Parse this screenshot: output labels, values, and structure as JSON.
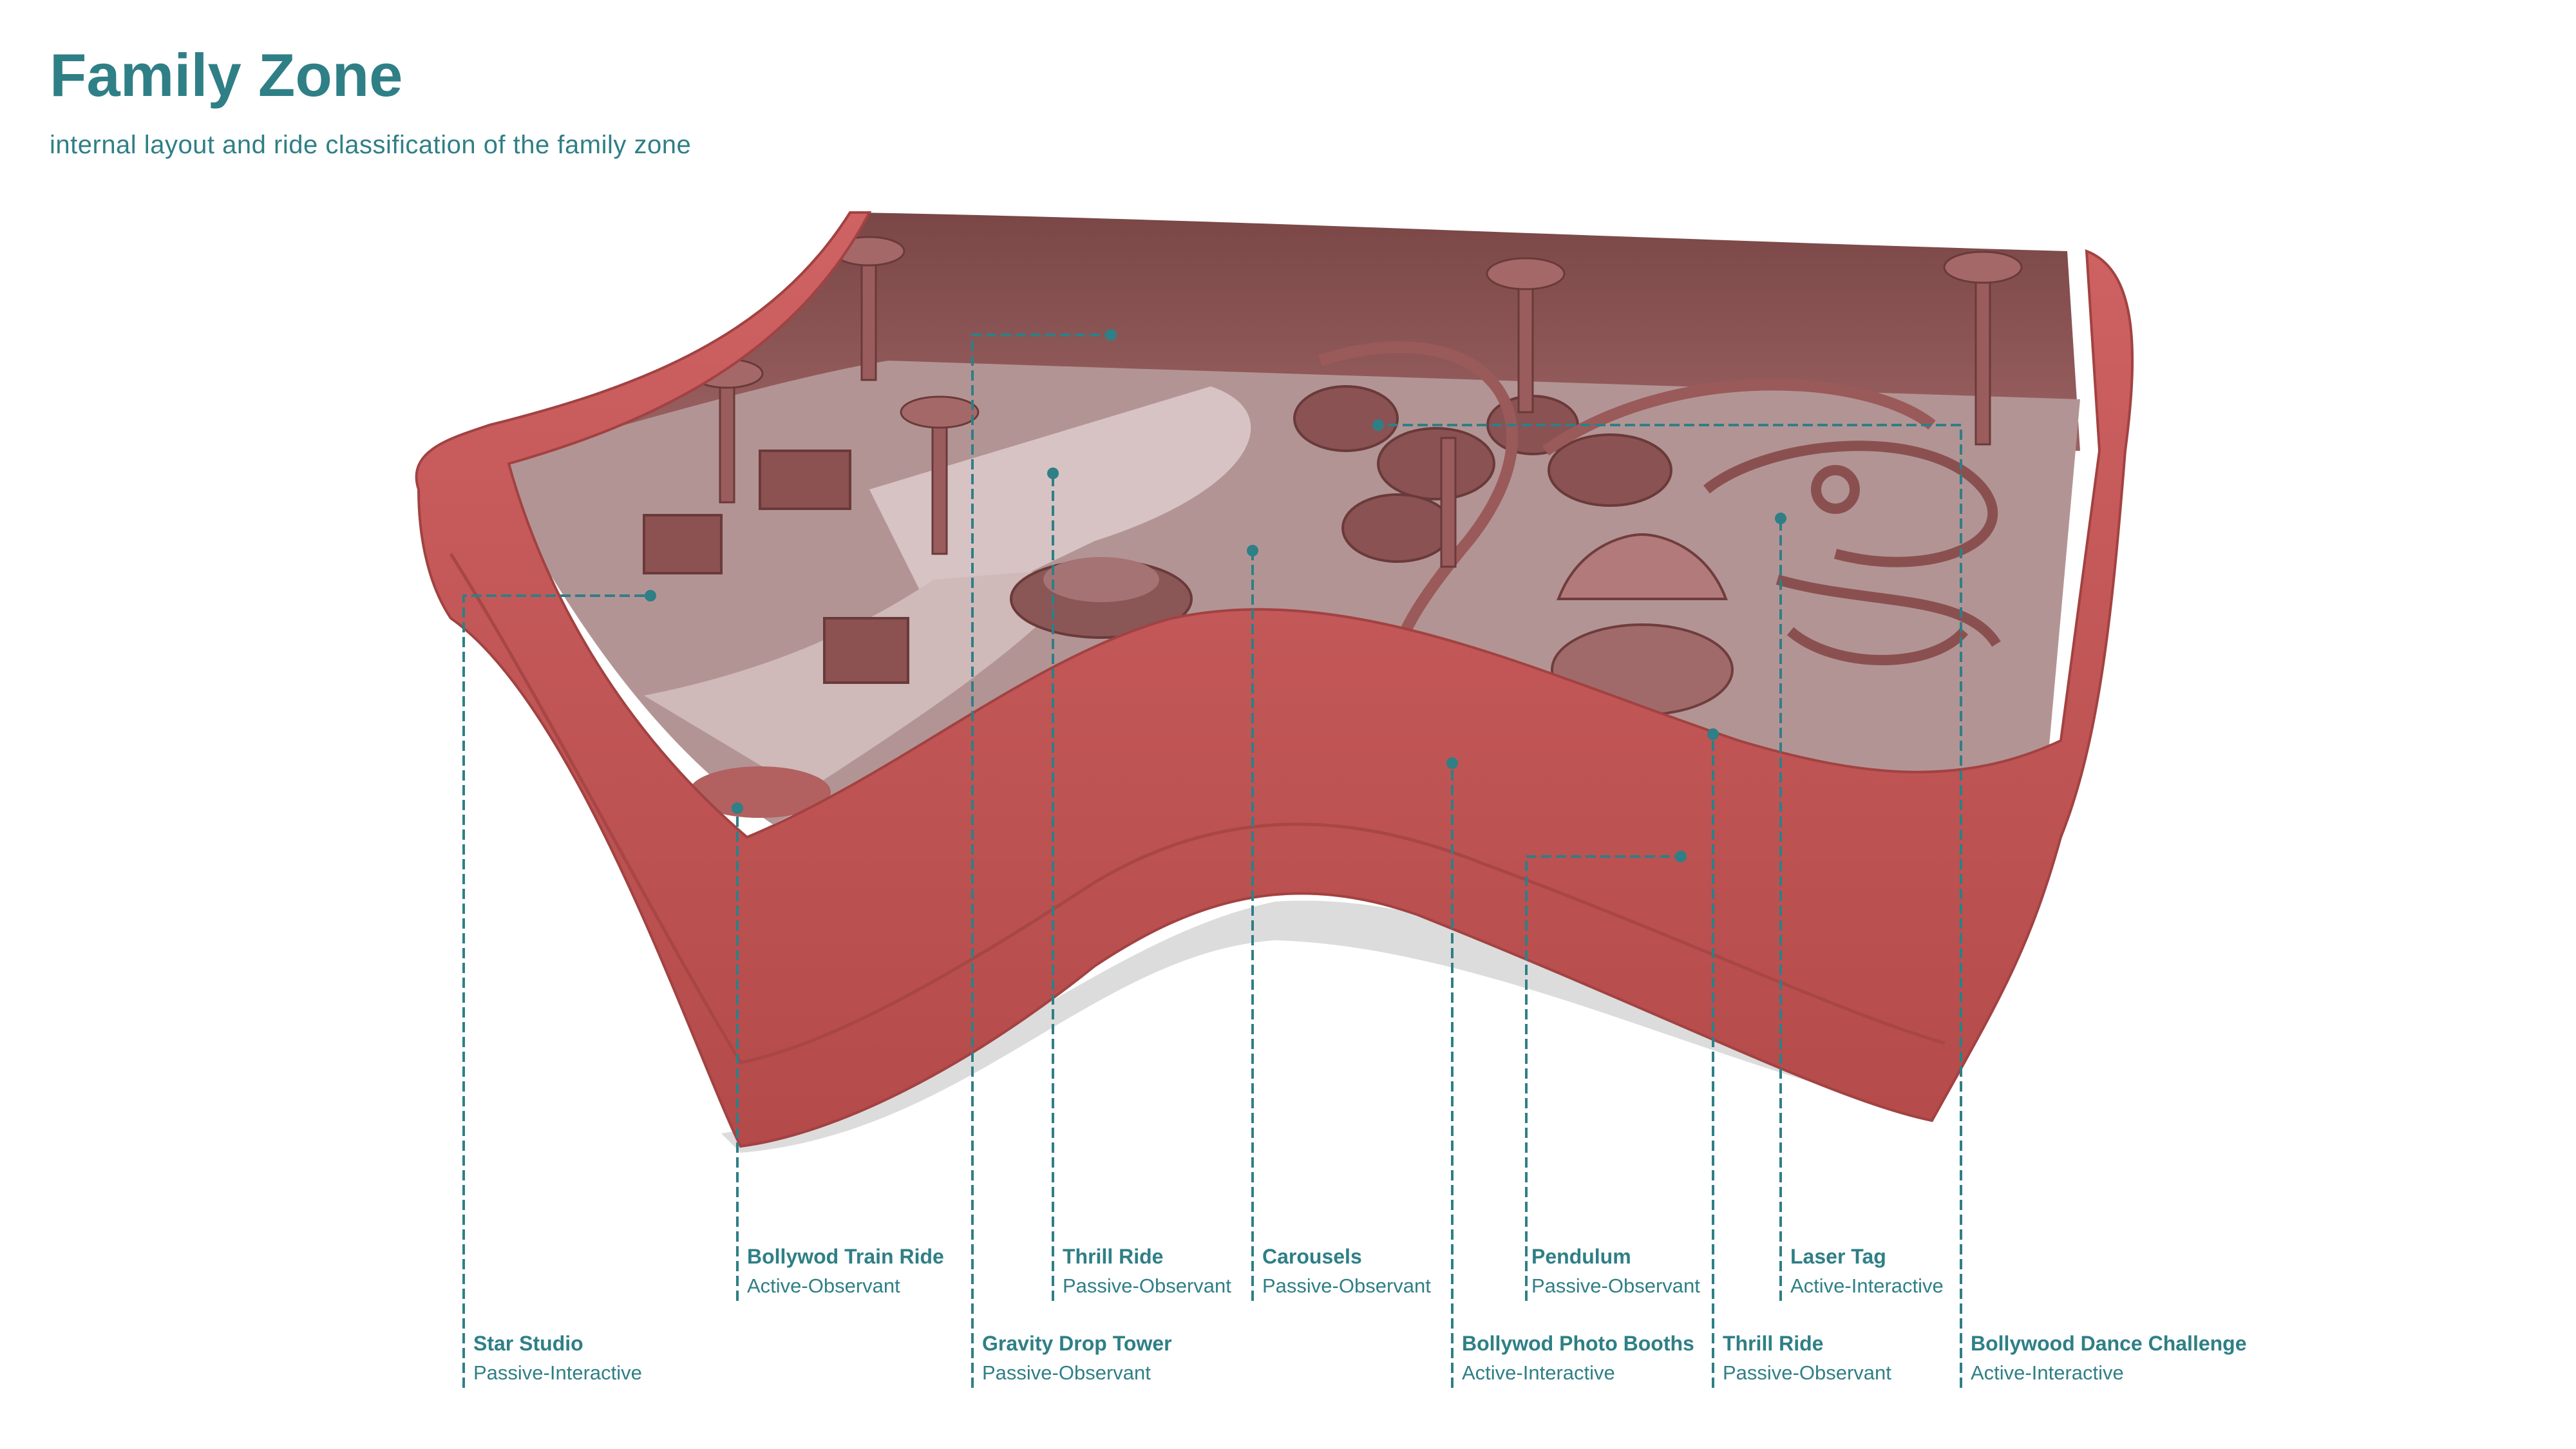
{
  "header": {
    "title": "Family Zone",
    "subtitle": "internal layout and ride classification of the family zone"
  },
  "colors": {
    "accent": "#2f7f86",
    "shell": "#c05454",
    "interior": "#8e5656",
    "floor": "#b79c9c"
  },
  "callouts": [
    {
      "name": "Star Studio",
      "classification": "Passive-Interactive"
    },
    {
      "name": "Bollywod Train Ride",
      "classification": "Active-Observant"
    },
    {
      "name": "Gravity Drop Tower",
      "classification": "Passive-Observant"
    },
    {
      "name": "Thrill Ride",
      "classification": "Passive-Observant"
    },
    {
      "name": "Carousels",
      "classification": "Passive-Observant"
    },
    {
      "name": "Bollywod Photo Booths",
      "classification": "Active-Interactive"
    },
    {
      "name": "Pendulum",
      "classification": "Passive-Observant"
    },
    {
      "name": "Thrill Ride",
      "classification": "Passive-Observant"
    },
    {
      "name": "Laser Tag",
      "classification": "Active-Interactive"
    },
    {
      "name": "Bollywood Dance Challenge",
      "classification": "Active-Interactive"
    }
  ]
}
